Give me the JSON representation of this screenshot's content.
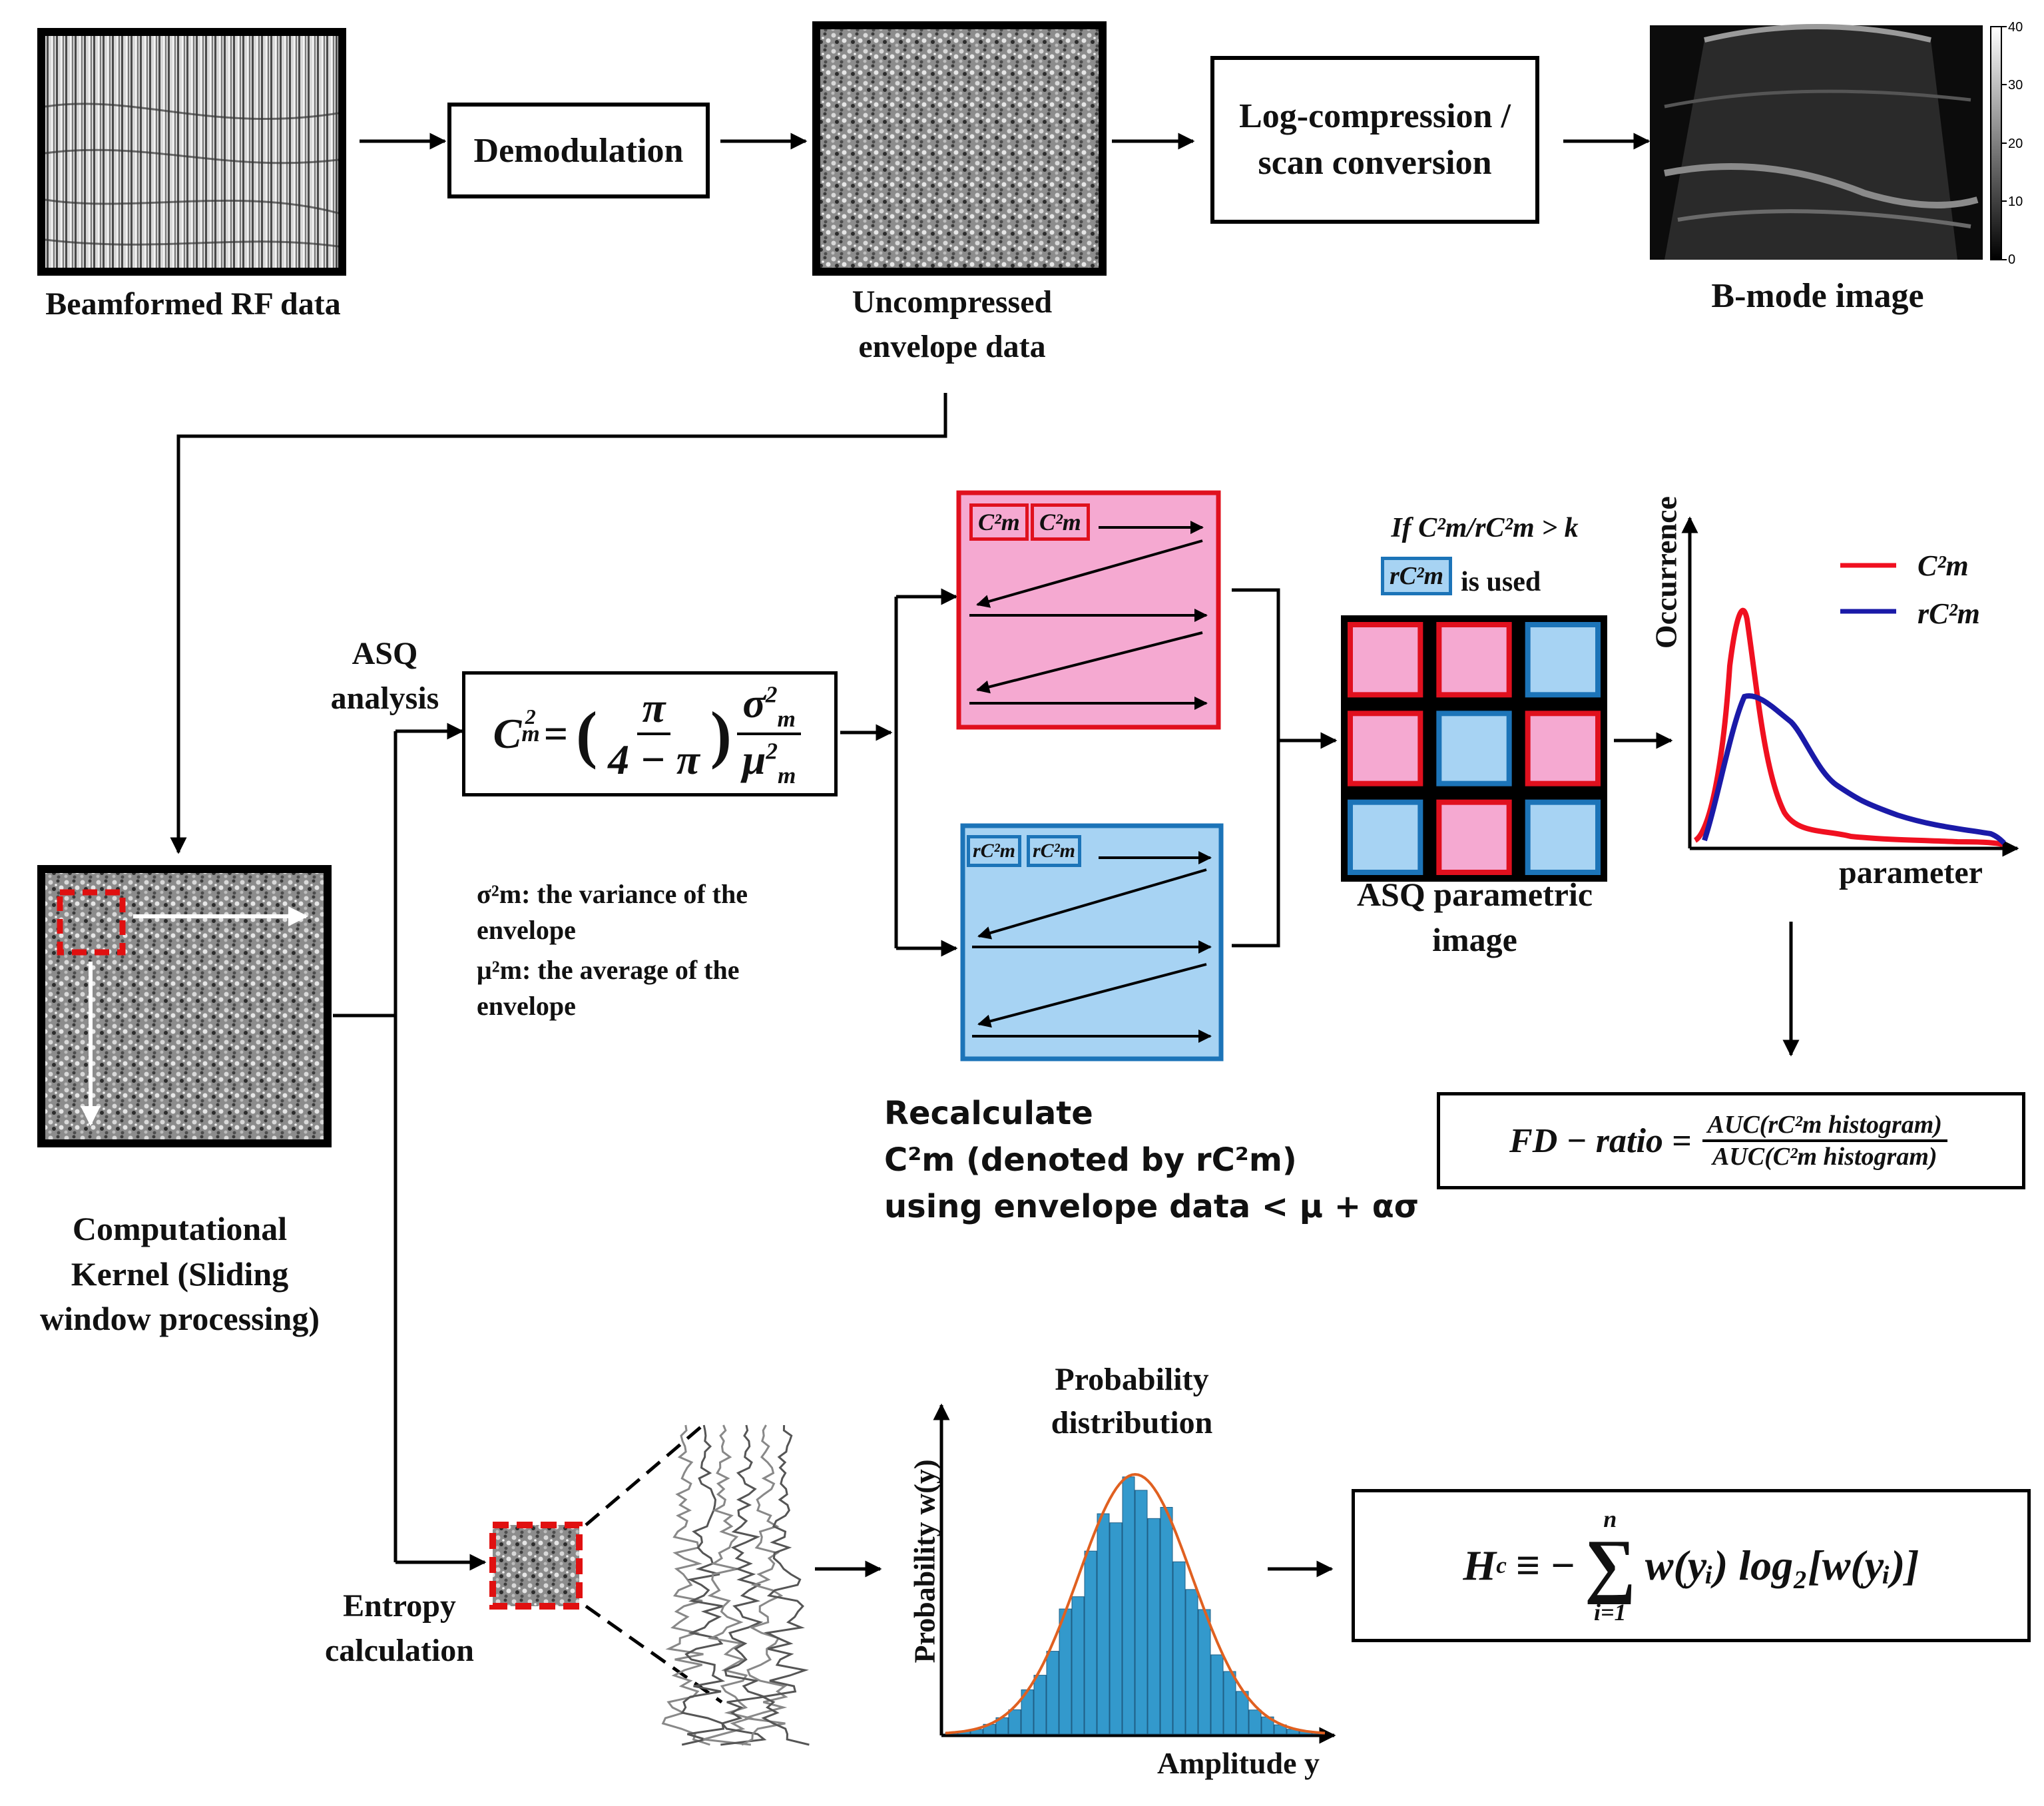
{
  "pipeline": {
    "rf_label": "Beamformed RF data",
    "demod_label": "Demodulation",
    "envelope_label": "Uncompressed envelope data",
    "logcomp_label": "Log-compression / scan conversion",
    "bmode_label": "B-mode image",
    "colorbar_ticks": [
      "40",
      "30",
      "20",
      "10",
      "0"
    ]
  },
  "kernel": {
    "label": "Computational Kernel (Sliding window processing)"
  },
  "asq": {
    "branch_label": "ASQ analysis",
    "formula_text": "C²m = (π / (4 − π)) σ²m / μ²m",
    "formula_lhs": "C",
    "formula_num_left": "π",
    "formula_den_left": "4 − π",
    "formula_num_right": "σ",
    "formula_den_right": "μ",
    "sigma_def": "σ²m: the variance of the envelope",
    "mu_def": "μ²m: the average of the envelope",
    "chip_c": "C²m",
    "chip_rc": "rC²m",
    "recalc_line1": "Recalculate",
    "recalc_line2": "C²m (denoted by rC²m)",
    "recalc_line3": "using envelope data < μ + ασ",
    "rule_line1": "If C²m/rC²m > k",
    "rule_line2": "is used",
    "param_image_label": "ASQ parametric image",
    "grid": [
      [
        "red",
        "red",
        "blue"
      ],
      [
        "red",
        "blue",
        "red"
      ],
      [
        "blue",
        "red",
        "blue"
      ]
    ]
  },
  "histogram": {
    "ylabel": "Occurrence",
    "xlabel": "parameter",
    "legend_c": "C²m",
    "legend_rc": "rC²m",
    "series_c_color": "#f01020",
    "series_rc_color": "#1a1aa8"
  },
  "fd": {
    "formula_text": "FD − ratio = AUC(rC²m histogram) / AUC(C²m histogram)",
    "lhs": "FD − ratio =",
    "num": "AUC(rC²m histogram)",
    "den": "AUC(C²m histogram)"
  },
  "entropy": {
    "branch_label": "Entropy calculation",
    "prob_title": "Probability distribution",
    "ylabel": "Probability w(y)",
    "xlabel": "Amplitude y",
    "formula_text": "Hc ≡ − Σ (i=1..n) w(yi) log2[w(yi)]",
    "hc": "H",
    "sum_top": "n",
    "sum_bottom": "i=1",
    "rhs": "w(yᵢ) log₂[w(yᵢ)]"
  },
  "colors": {
    "pink_fill": "#f5a9d1",
    "pink_border": "#e0101e",
    "blue_fill": "#a7d3f3",
    "blue_border": "#1c74b8",
    "hist_bar": "#3399cc",
    "fit_line": "#e06020",
    "dash_red": "#e01010"
  }
}
